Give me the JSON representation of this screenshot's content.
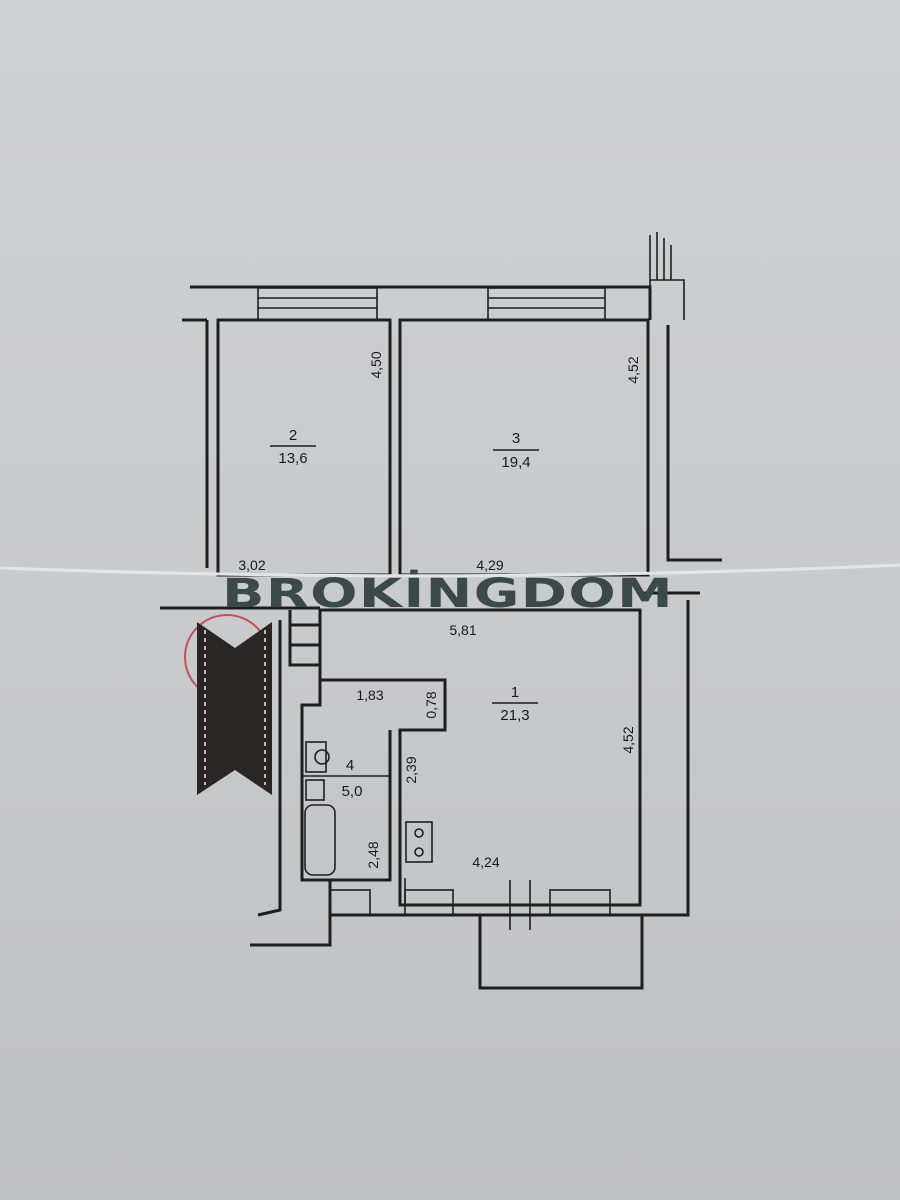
{
  "watermark": "BROKİNGDOM",
  "rooms": [
    {
      "number": "1",
      "area": "21,3"
    },
    {
      "number": "2",
      "area": "13,6"
    },
    {
      "number": "3",
      "area": "19,4"
    },
    {
      "number": "4",
      "area": "5,0"
    }
  ],
  "dimensions": {
    "room2_height": "4,50",
    "room2_width": "3,02",
    "room3_height": "4,52",
    "room3_width": "4,29",
    "room1_top": "5,81",
    "room1_right": "4,52",
    "room1_bottom": "4,24",
    "room1_inner": "2,39",
    "hall_width": "1,83",
    "hall_depth": "0,78",
    "bath_height": "2,48"
  },
  "colors": {
    "wall": "#1e1e1e",
    "paper": "#cbcccf",
    "watermark": "#3b4a47",
    "stamp": "#c0505a"
  }
}
